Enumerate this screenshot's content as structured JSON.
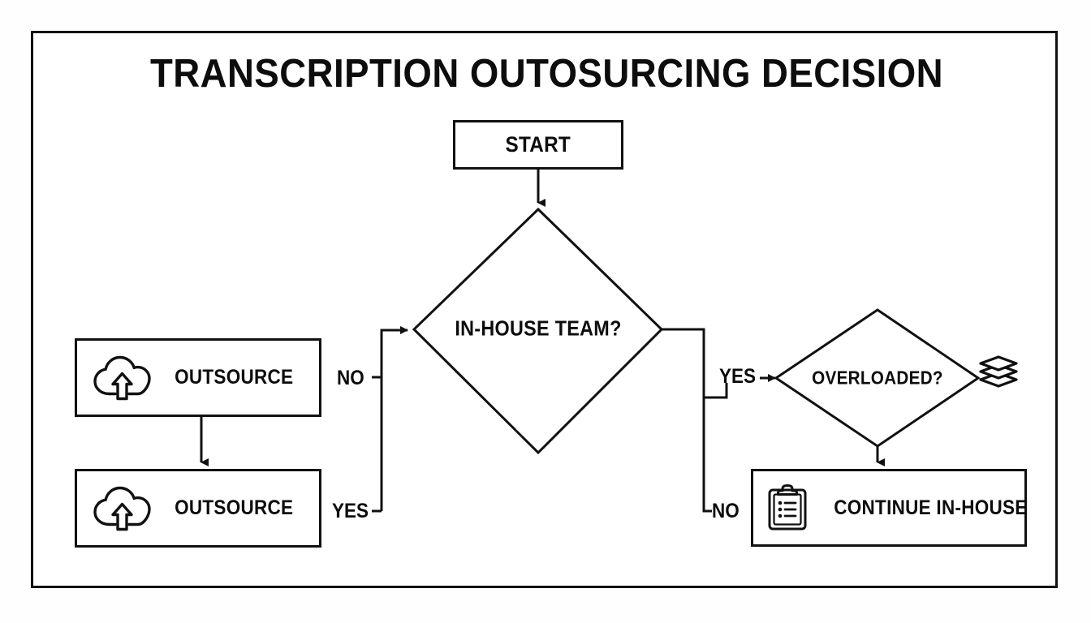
{
  "title": "TRANSCRIPTION OUTOSURCING DECISION",
  "theme": {
    "stroke": "#111111",
    "text": "#0d0d0d",
    "background": "#ffffff",
    "page_background": "#fefefe"
  },
  "nodes": {
    "start": {
      "label": "START",
      "shape": "rectangle"
    },
    "in_house_team": {
      "label": "IN-HOUSE TEAM?",
      "shape": "diamond"
    },
    "overloaded": {
      "label": "OVERLOADED?",
      "shape": "diamond",
      "icon": "document-stack-icon"
    },
    "outsource_top": {
      "label": "OUTSOURCE",
      "shape": "rectangle",
      "icon": "cloud-upload-icon"
    },
    "outsource_bottom": {
      "label": "OUTSOURCE",
      "shape": "rectangle",
      "icon": "cloud-upload-icon"
    },
    "continue_in_house": {
      "label": "CONTINUE IN-HOUSE",
      "shape": "rectangle",
      "icon": "clipboard-checklist-icon"
    }
  },
  "edges": {
    "start_to_decision": {
      "label": "",
      "from": "start",
      "to": "in_house_team"
    },
    "decision_no": {
      "label": "NO",
      "from": "in_house_team",
      "to": "in_house_team"
    },
    "decision_yes": {
      "label": "YES",
      "from": "in_house_team",
      "to": "overloaded"
    },
    "overloaded_yes": {
      "label": "YES",
      "from": "overloaded",
      "to": "in_house_team"
    },
    "overloaded_no": {
      "label": "NO",
      "from": "overloaded",
      "to": "continue_in_house"
    },
    "outsource_chain": {
      "label": "",
      "from": "outsource_top",
      "to": "outsource_bottom"
    }
  }
}
